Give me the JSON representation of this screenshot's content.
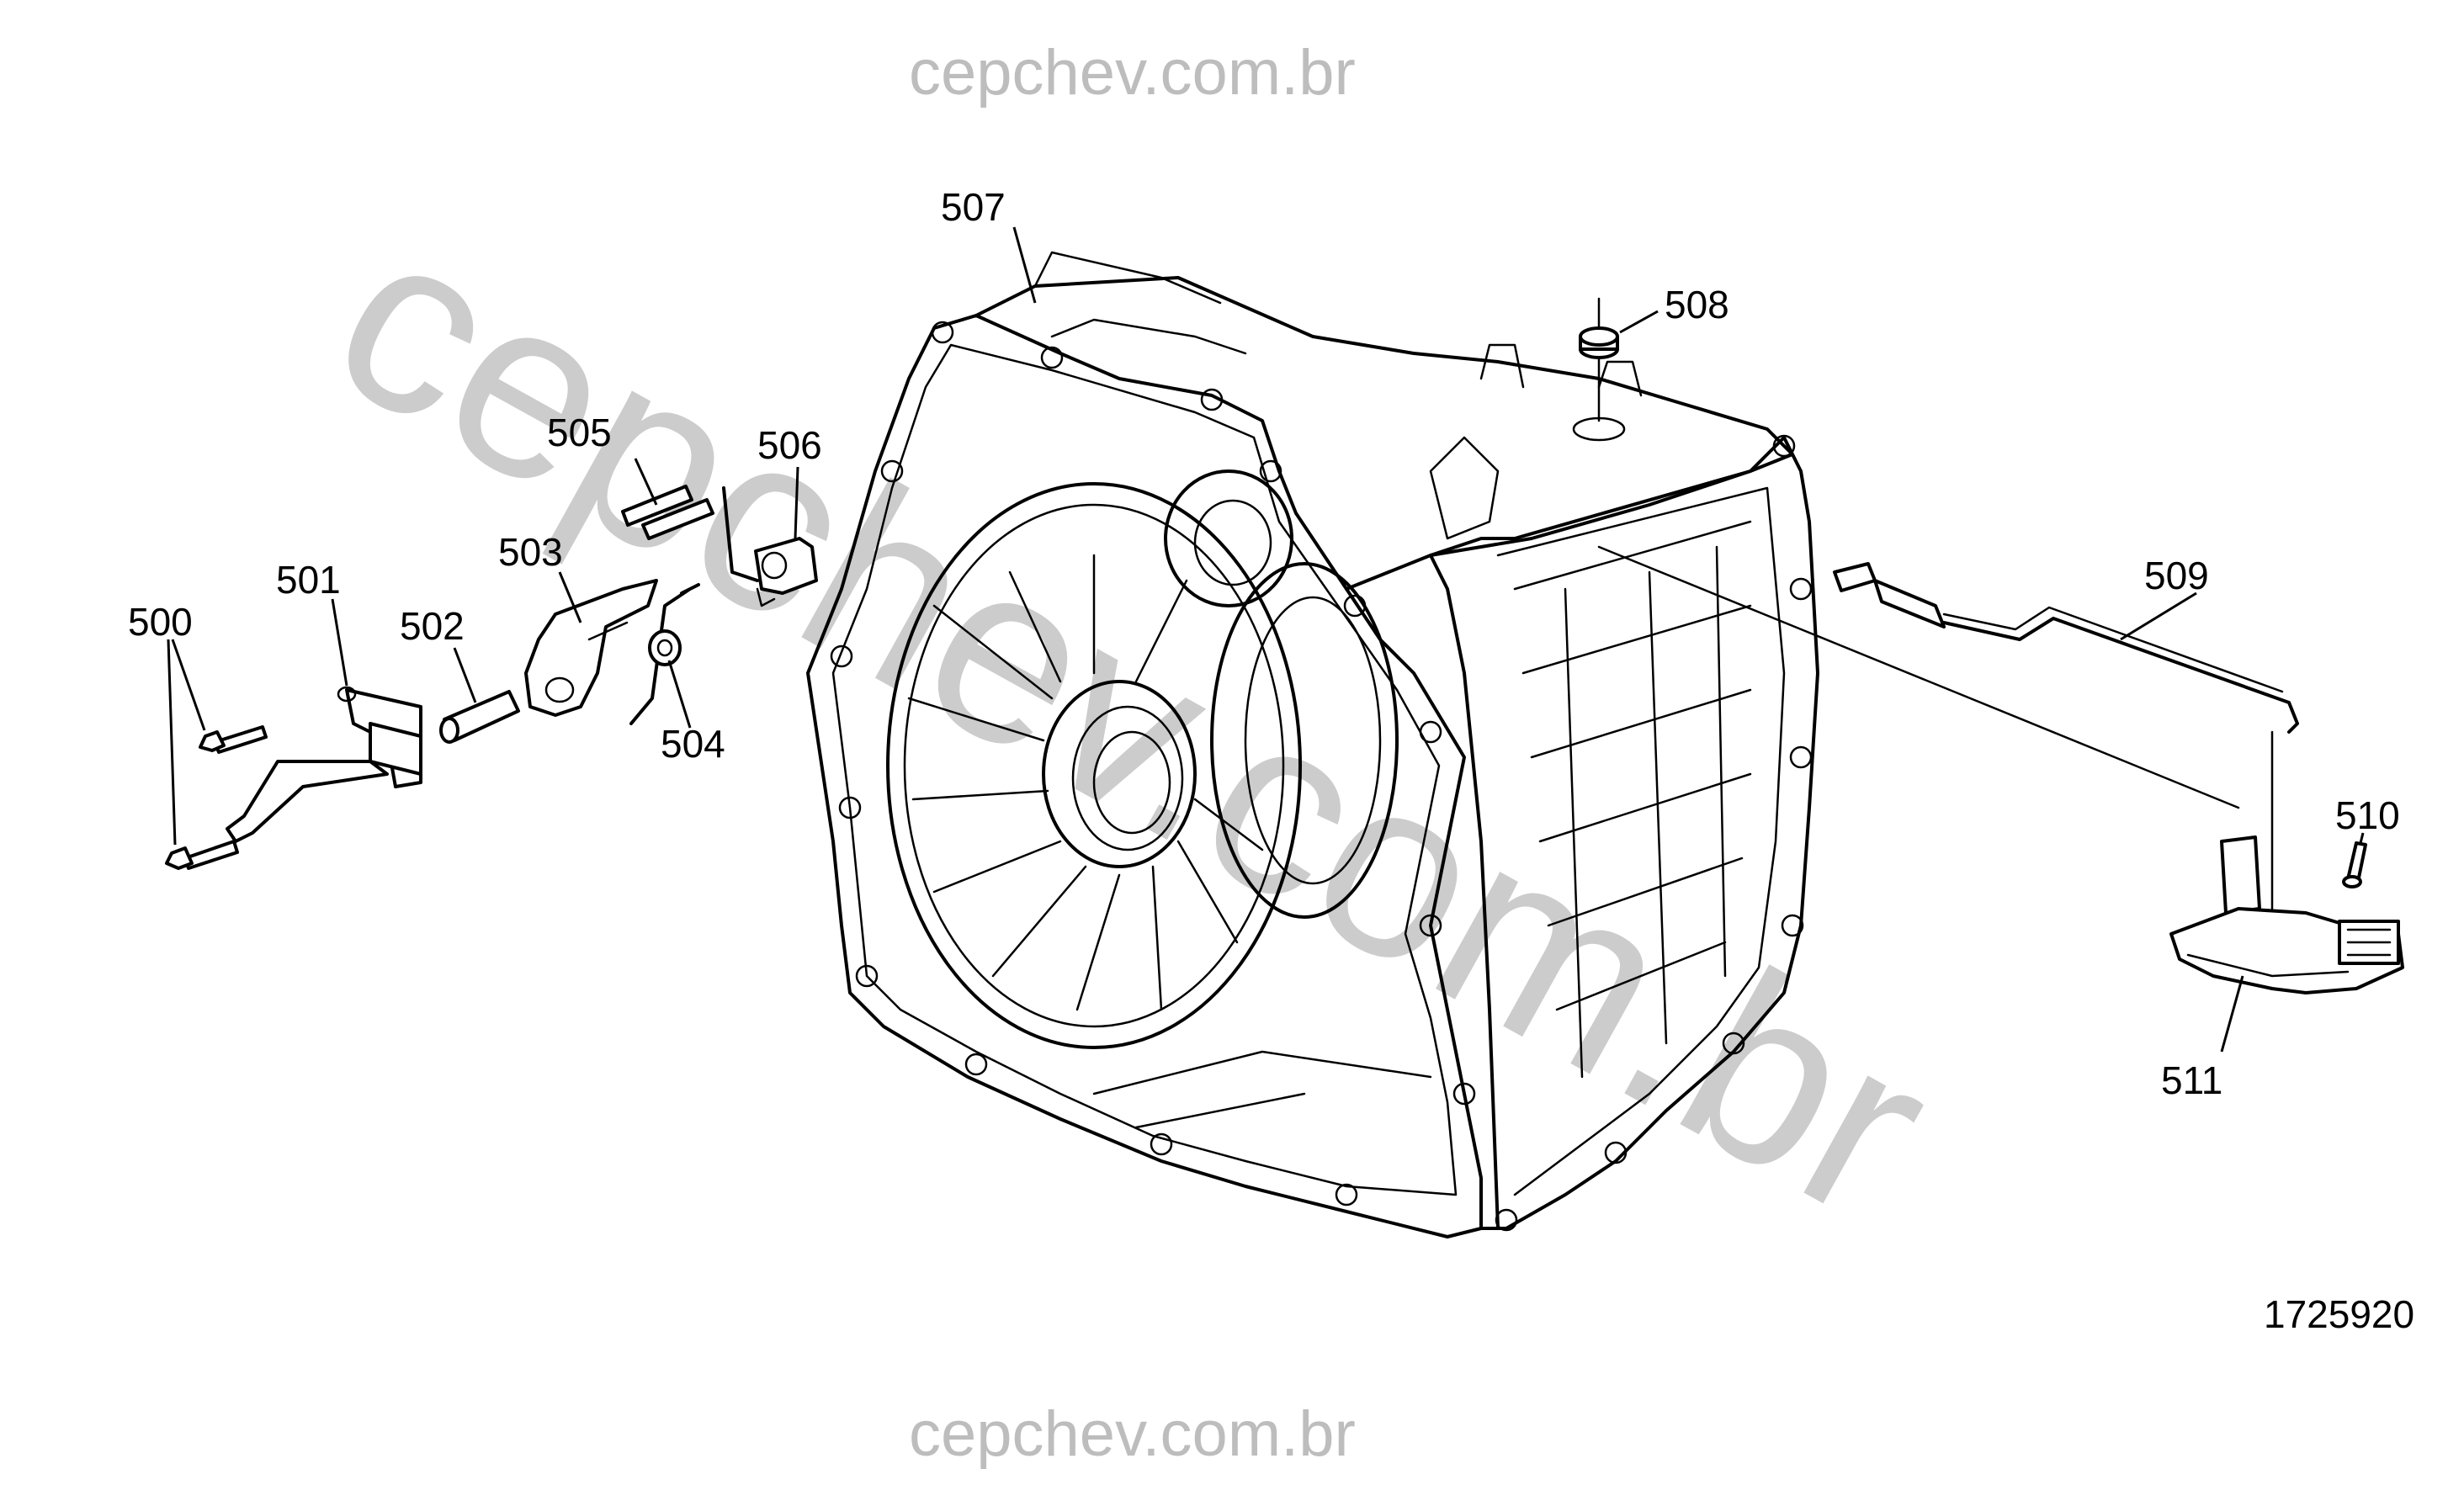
{
  "watermark": {
    "top": "cepchev.com.br",
    "bottom": "cepchev.com.br",
    "diagonal": "cepchev.com.br"
  },
  "figure_id": "1725920",
  "callouts": [
    {
      "key": "c500",
      "label": "500",
      "part": "bolts"
    },
    {
      "key": "c501",
      "label": "501",
      "part": "bracket"
    },
    {
      "key": "c502",
      "label": "502",
      "part": "pin"
    },
    {
      "key": "c503",
      "label": "503",
      "part": "detent-lever"
    },
    {
      "key": "c504",
      "label": "504",
      "part": "spring"
    },
    {
      "key": "c505",
      "label": "505",
      "part": "pins"
    },
    {
      "key": "c506",
      "label": "506",
      "part": "seal"
    },
    {
      "key": "c507",
      "label": "507",
      "part": "transmission-case"
    },
    {
      "key": "c508",
      "label": "508",
      "part": "plug"
    },
    {
      "key": "c509",
      "label": "509",
      "part": "shift-shaft"
    },
    {
      "key": "c510",
      "label": "510",
      "part": "bolt"
    },
    {
      "key": "c511",
      "label": "511",
      "part": "range-switch"
    }
  ],
  "labels": {
    "c500": "500",
    "c501": "501",
    "c502": "502",
    "c503": "503",
    "c504": "504",
    "c505": "505",
    "c506": "506",
    "c507": "507",
    "c508": "508",
    "c509": "509",
    "c510": "510",
    "c511": "511"
  }
}
